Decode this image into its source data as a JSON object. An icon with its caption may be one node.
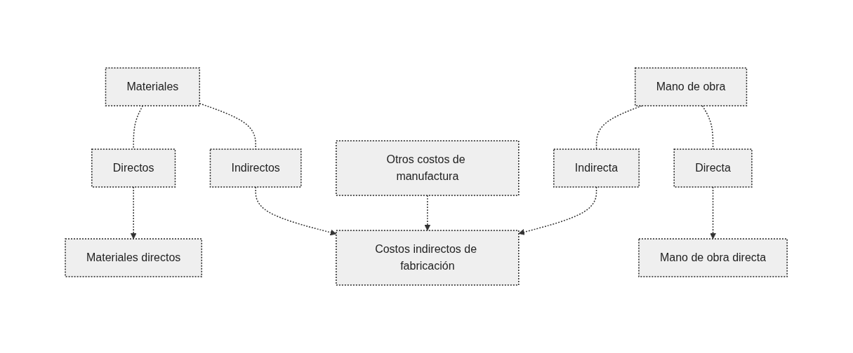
{
  "diagram": {
    "nodes": [
      {
        "text": [
          "Materiales"
        ]
      },
      {
        "text": [
          "Otros costos de manufactura"
        ]
      },
      {
        "text": [
          "Mano de obra"
        ]
      },
      {
        "text": [
          "Indirectos"
        ]
      },
      {
        "text": [
          "Indirecta"
        ]
      },
      {
        "text": [
          "Directos"
        ]
      },
      {
        "text": [
          "Directa"
        ]
      },
      {
        "text": [
          "Materiales directos"
        ]
      },
      {
        "text": [
          "Costos indirectos de fabricación"
        ]
      },
      {
        "text": [
          "Mano de obra directa"
        ]
      }
    ],
    "edges": [
      {
        "from": 0,
        "to": 5,
        "arrow": "none",
        "style": "dashed"
      },
      {
        "from": 0,
        "to": 3,
        "arrow": "none",
        "style": "dashed"
      },
      {
        "from": 3,
        "to": 8,
        "arrow": "to",
        "style": "dashed"
      },
      {
        "from": 1,
        "to": 8,
        "arrow": "to",
        "style": "dashed"
      },
      {
        "from": 2,
        "to": 4,
        "arrow": "none",
        "style": "dashed"
      },
      {
        "from": 4,
        "to": 8,
        "arrow": "to",
        "style": "dashed"
      },
      {
        "from": 2,
        "to": 6,
        "arrow": "none",
        "style": "dashed"
      },
      {
        "from": 5,
        "to": 7,
        "arrow": "to",
        "style": "dashed"
      },
      {
        "from": 6,
        "to": 9,
        "arrow": "to",
        "style": "dashed"
      }
    ]
  }
}
